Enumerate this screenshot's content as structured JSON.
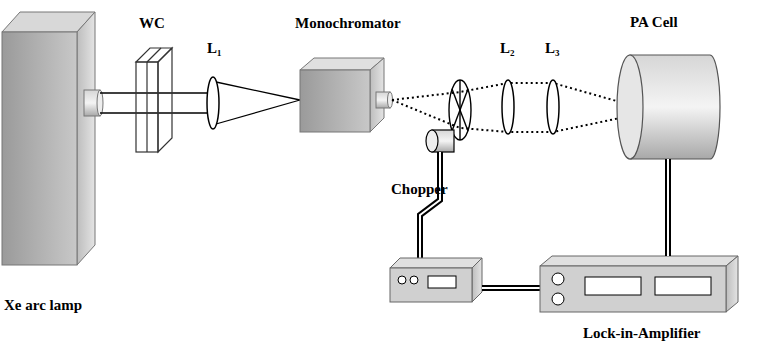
{
  "diagram": {
    "nodes": [
      {
        "text": [
          "Xe arc lamp"
        ]
      },
      {
        "text": [
          "WC"
        ]
      },
      {
        "text": [
          "L₁"
        ]
      },
      {
        "text": [
          "Monochromator"
        ]
      },
      {
        "text": [
          "Chopper"
        ]
      },
      {
        "text": [
          "L₂"
        ]
      },
      {
        "text": [
          "L₃"
        ]
      },
      {
        "text": [
          "PA Cell"
        ]
      },
      {
        "text": [
          "Lock-in-Amplifier"
        ]
      }
    ],
    "edges": [
      {
        "from": 7,
        "to": 8,
        "arrow": "none"
      }
    ]
  }
}
